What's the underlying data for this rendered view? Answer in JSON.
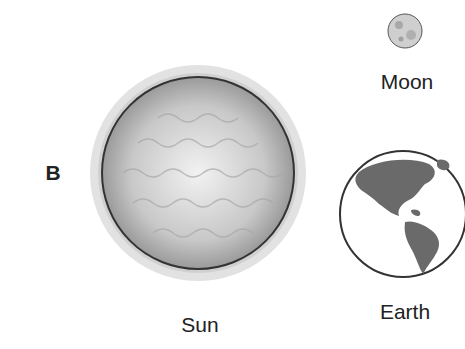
{
  "diagram": {
    "nodes": [
      {
        "text": [
          "Moon"
        ]
      },
      {
        "text": [
          "Sun"
        ]
      },
      {
        "text": [
          "Earth"
        ]
      }
    ],
    "labels": [
      "B"
    ]
  }
}
